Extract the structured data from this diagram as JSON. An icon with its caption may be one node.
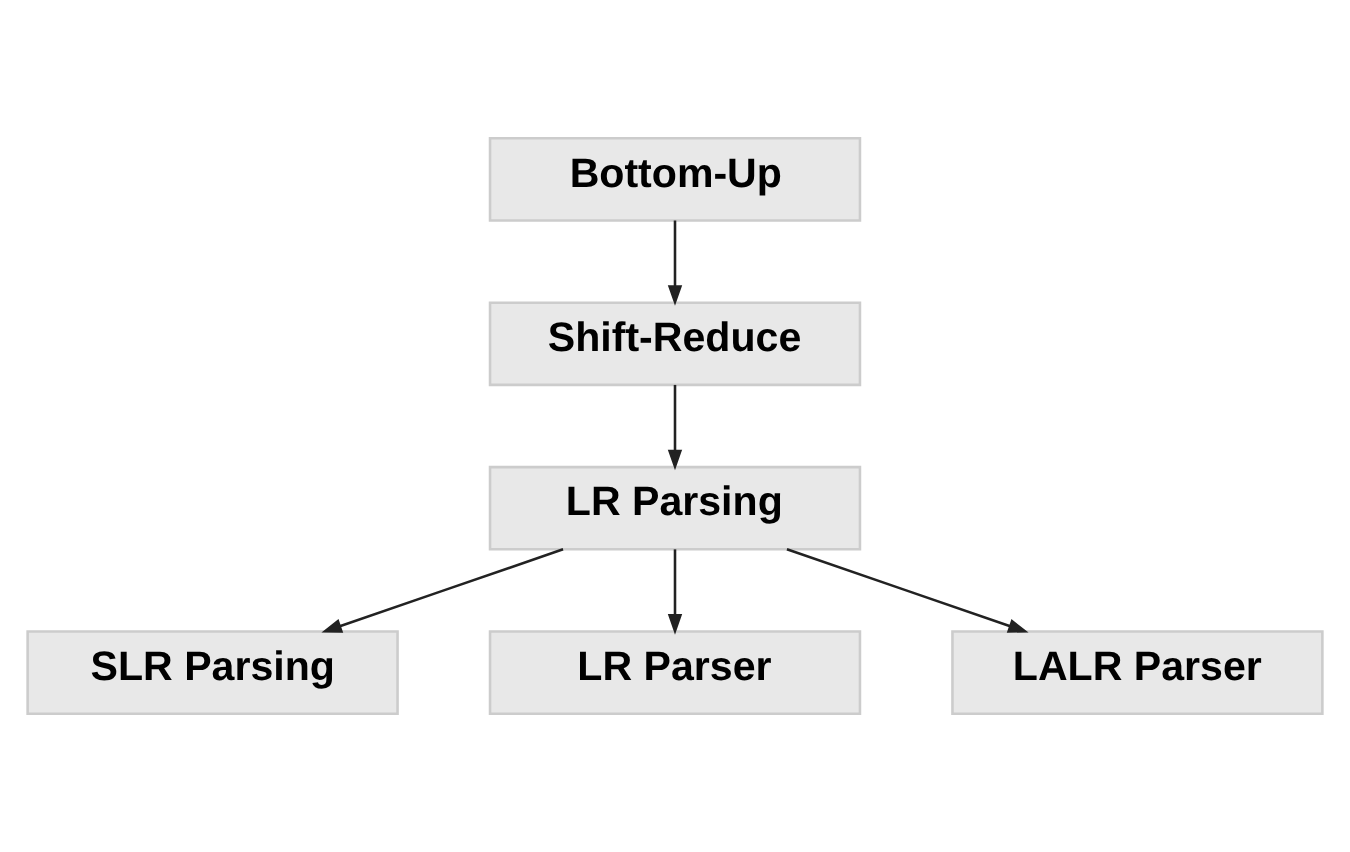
{
  "diagram": {
    "nodes": [
      {
        "text": [
          "Bottom-Up"
        ]
      },
      {
        "text": [
          "Shift-Reduce"
        ]
      },
      {
        "text": [
          "LR Parsing"
        ]
      },
      {
        "text": [
          "SLR Parsing"
        ]
      },
      {
        "text": [
          "LR Parser"
        ]
      },
      {
        "text": [
          "LALR Parser"
        ]
      }
    ],
    "edges": [
      {
        "from": 0,
        "to": 1,
        "arrow": "to"
      },
      {
        "from": 1,
        "to": 2,
        "arrow": "to"
      },
      {
        "from": 2,
        "to": 3,
        "arrow": "to"
      },
      {
        "from": 2,
        "to": 4,
        "arrow": "to"
      },
      {
        "from": 2,
        "to": 5,
        "arrow": "to"
      }
    ]
  }
}
